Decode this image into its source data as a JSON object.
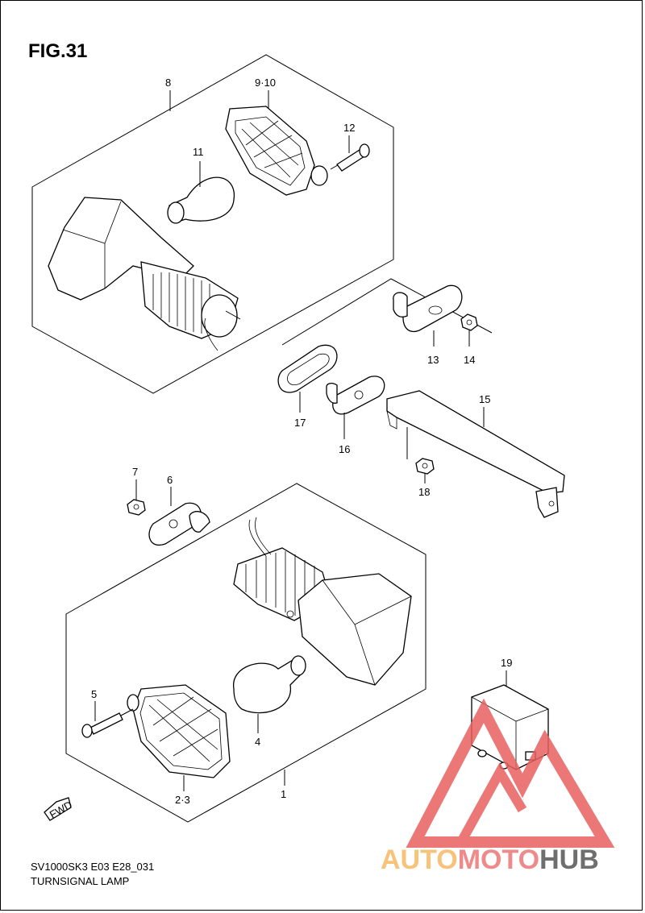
{
  "figure": {
    "title": "FIG.31",
    "code": "SV1000SK3 E03 E28_031",
    "description": "TURNSIGNAL LAMP"
  },
  "callouts": [
    "8",
    "9·10",
    "11",
    "12",
    "13",
    "14",
    "15",
    "16",
    "17",
    "18",
    "7",
    "6",
    "19",
    "5",
    "4",
    "2·3",
    "1"
  ],
  "fwd_label": "FWD",
  "watermark": {
    "part1": "AUTO",
    "part2": "MOTO",
    "part3": "HUB",
    "colors": {
      "auto": "#f7c27a",
      "moto": "#ef8a8a",
      "hub": "#6e6e6e",
      "logo": "#e86060"
    }
  }
}
